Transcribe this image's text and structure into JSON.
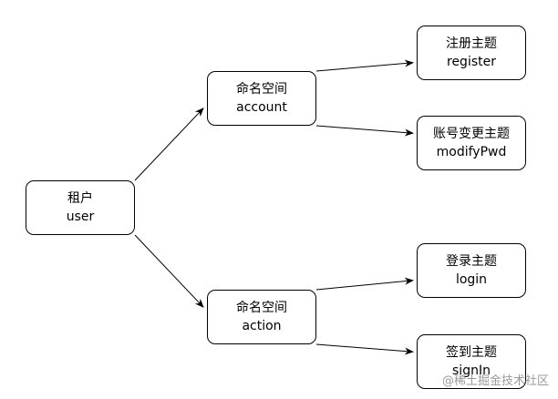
{
  "nodes": {
    "tenant": {
      "line1": "租户",
      "line2": "user"
    },
    "account_ns": {
      "line1": "命名空间",
      "line2": "account"
    },
    "action_ns": {
      "line1": "命名空间",
      "line2": "action"
    },
    "register_topic": {
      "line1": "注册主题",
      "line2": "register"
    },
    "modify_topic": {
      "line1": "账号变更主题",
      "line2": "modifyPwd"
    },
    "login_topic": {
      "line1": "登录主题",
      "line2": "login"
    },
    "signin_topic": {
      "line1": "签到主题",
      "line2": "signIn"
    }
  },
  "edges": [
    {
      "from": "tenant",
      "to": "account_ns"
    },
    {
      "from": "tenant",
      "to": "action_ns"
    },
    {
      "from": "account_ns",
      "to": "register_topic"
    },
    {
      "from": "account_ns",
      "to": "modify_topic"
    },
    {
      "from": "action_ns",
      "to": "login_topic"
    },
    {
      "from": "action_ns",
      "to": "signin_topic"
    }
  ],
  "watermark": "@稀土掘金技术社区"
}
